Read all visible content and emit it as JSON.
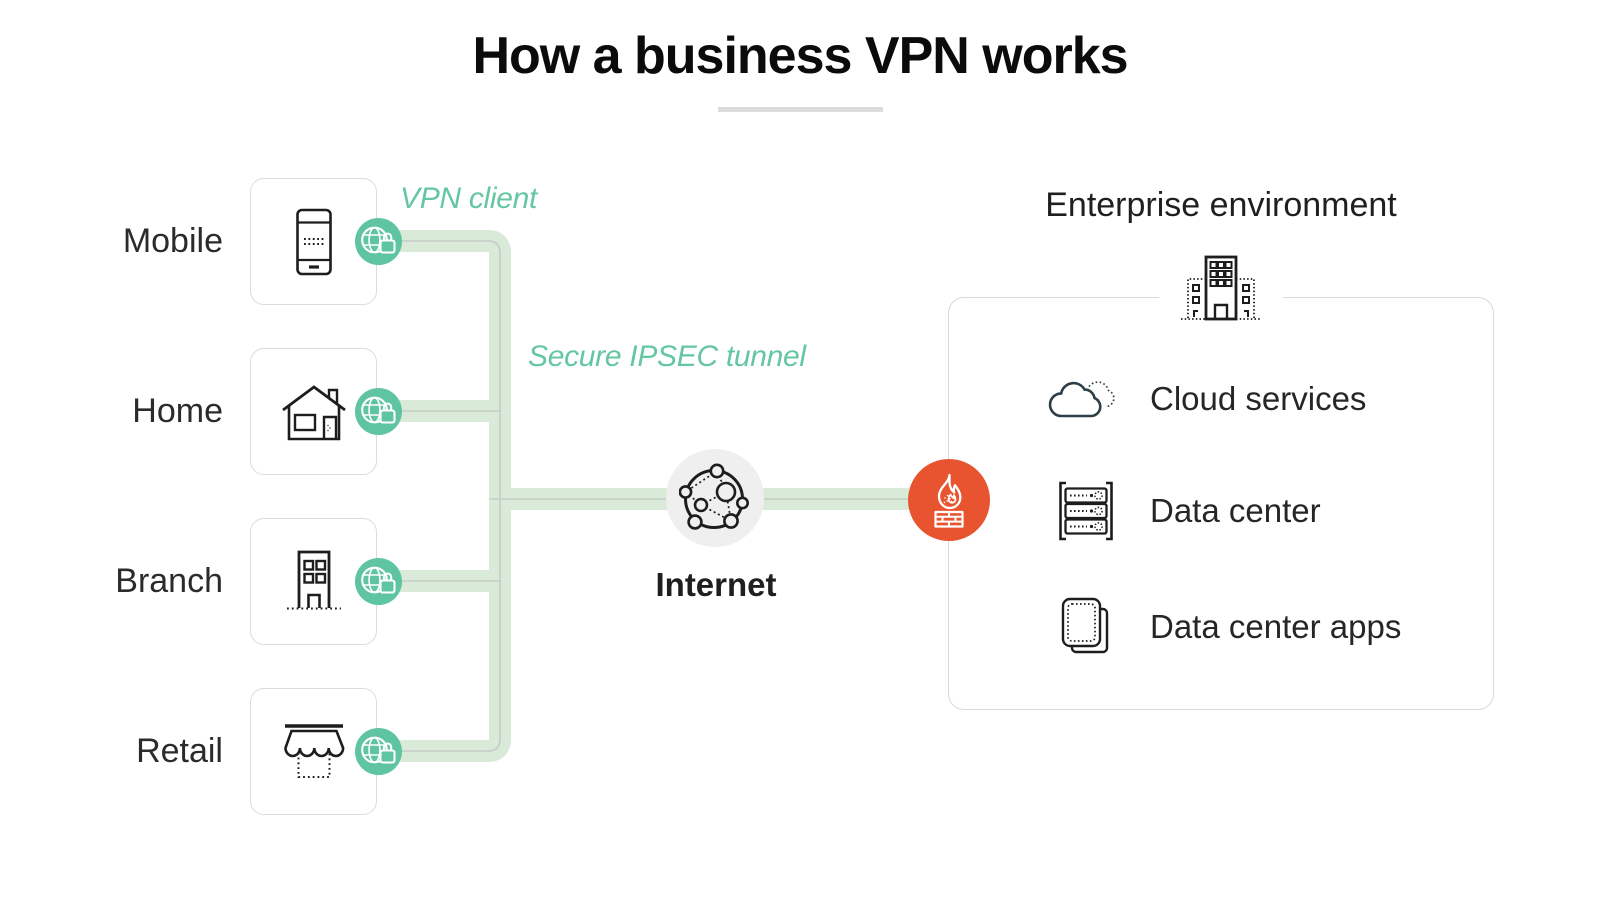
{
  "title": "How a business VPN works",
  "labels": {
    "vpn_client": "VPN client",
    "tunnel": "Secure IPSEC tunnel",
    "internet": "Internet"
  },
  "sources": [
    {
      "label": "Mobile",
      "icon": "smartphone-icon"
    },
    {
      "label": "Home",
      "icon": "house-icon"
    },
    {
      "label": "Branch",
      "icon": "office-building-icon"
    },
    {
      "label": "Retail",
      "icon": "storefront-icon"
    }
  ],
  "badge_icon": "globe-lock-icon",
  "internet_node": {
    "label": "Internet",
    "icon": "network-globe-icon"
  },
  "firewall_node": {
    "icon": "firewall-icon"
  },
  "enterprise": {
    "title": "Enterprise environment",
    "icon": "enterprise-building-icon",
    "items": [
      {
        "label": "Cloud services",
        "icon": "cloud-icon"
      },
      {
        "label": "Data center",
        "icon": "server-rack-icon"
      },
      {
        "label": "Data center apps",
        "icon": "stacked-apps-icon"
      }
    ]
  },
  "colors": {
    "accent_teal": "#5fc4a2",
    "green_text": "#65c6a2",
    "tunnel_band": "#d9ead8",
    "tunnel_wire": "#c5ccc5",
    "firewall_orange": "#e95430",
    "internet_gray": "#efefef",
    "card_border": "#dcdcdc",
    "icon_ink": "#1d1d1d",
    "cloud_ink": "#2d3e46",
    "text_dark": "#262626"
  }
}
